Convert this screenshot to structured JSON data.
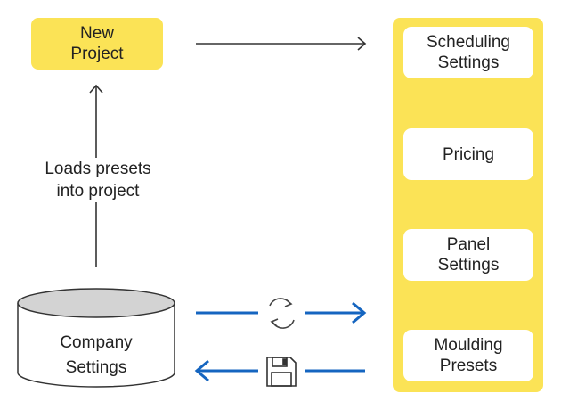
{
  "new_project": {
    "line1": "New",
    "line2": "Project"
  },
  "load_label": {
    "line1": "Loads presets",
    "line2": "into project"
  },
  "database": {
    "line1": "Company",
    "line2": "Settings"
  },
  "settings_cards": [
    {
      "line1": "Scheduling",
      "line2": "Settings"
    },
    {
      "line1": "Pricing",
      "line2": ""
    },
    {
      "line1": "Panel",
      "line2": "Settings"
    },
    {
      "line1": "Moulding",
      "line2": "Presets"
    }
  ],
  "icons": {
    "sync": "sync-icon",
    "save": "floppy-disk-icon"
  },
  "colors": {
    "accent_yellow": "#fbe356",
    "arrow_blue": "#1565c0",
    "arrow_dark": "#333333"
  }
}
